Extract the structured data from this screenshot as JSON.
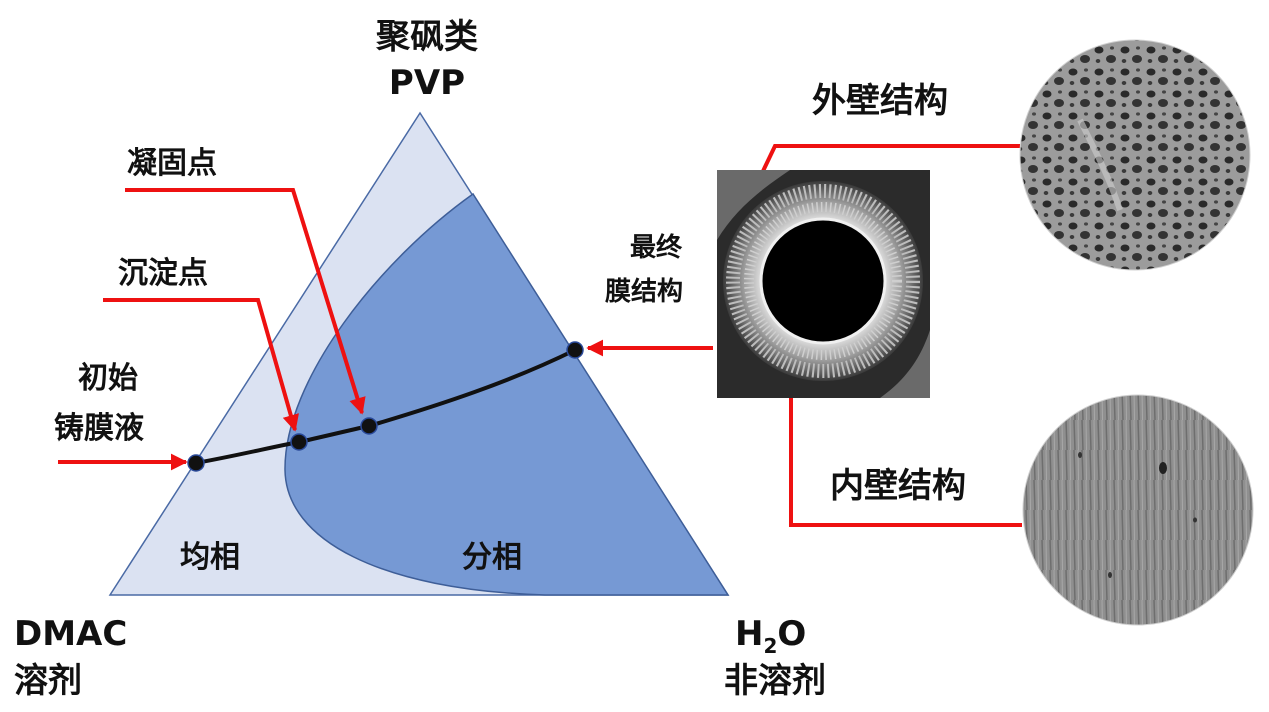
{
  "labels": {
    "top_line1": "聚砜类",
    "top_line2": "PVP",
    "left_line1": "DMAC",
    "left_line2": "溶剂",
    "right_h": "H",
    "right_sub": "2",
    "right_o": "O",
    "right_line2": "非溶剂",
    "freezing_point": "凝固点",
    "precipitation_point": "沉淀点",
    "initial_line1": "初始",
    "initial_line2": "铸膜液",
    "homogeneous": "均相",
    "phase_separated": "分相",
    "final_line1": "最终",
    "final_line2": "膜结构",
    "outer_wall": "外壁结构",
    "inner_wall": "内壁结构"
  },
  "colors": {
    "triangle_fill": "#dbe2f2",
    "triangle_stroke": "#4a6aa5",
    "phase_region": "#7699d4",
    "arrow": "#ee1111",
    "path_line": "#111111"
  }
}
